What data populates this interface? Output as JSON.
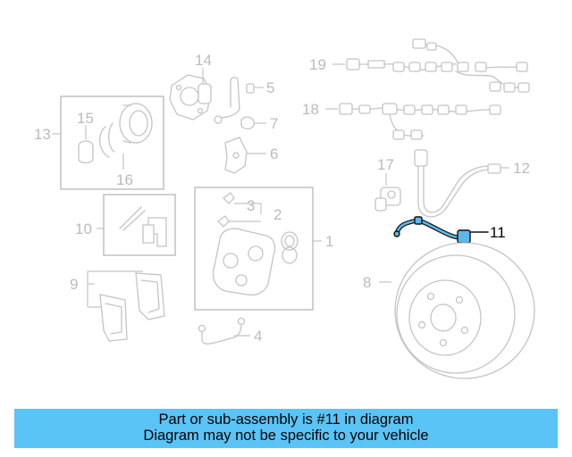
{
  "callouts": {
    "c1": "1",
    "c2": "2",
    "c3": "3",
    "c4": "4",
    "c5": "5",
    "c6": "6",
    "c7": "7",
    "c8": "8",
    "c9": "9",
    "c10": "10",
    "c11": "11",
    "c12": "12",
    "c13": "13",
    "c14": "14",
    "c15": "15",
    "c16": "16",
    "c17": "17",
    "c18": "18",
    "c19": "19"
  },
  "highlighted_part": "11",
  "banner": {
    "line1": "Part or sub-assembly is #11 in diagram",
    "line2": "Diagram may not be specific to your vehicle"
  },
  "colors": {
    "banner": "#5bc4f6",
    "highlight": "#5bb8ec",
    "faded": "#c4c4c4"
  }
}
